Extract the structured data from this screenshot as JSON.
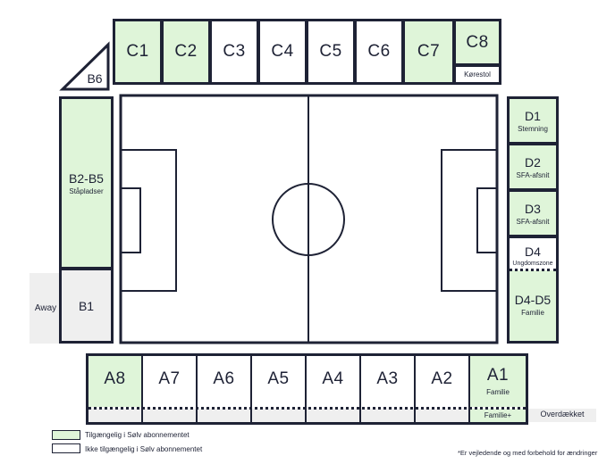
{
  "sections": {
    "C1": {
      "label": "C1",
      "available": true
    },
    "C2": {
      "label": "C2",
      "available": true
    },
    "C3": {
      "label": "C3",
      "available": false
    },
    "C4": {
      "label": "C4",
      "available": false
    },
    "C5": {
      "label": "C5",
      "available": false
    },
    "C6": {
      "label": "C6",
      "available": false
    },
    "C7": {
      "label": "C7",
      "available": true
    },
    "C8": {
      "label": "C8",
      "sub": "Kørestol",
      "available": true
    },
    "B6": {
      "label": "B6",
      "available": false
    },
    "B2B5": {
      "label": "B2-B5",
      "sub": "Ståpladser",
      "available": true
    },
    "B1": {
      "label": "B1",
      "away": "Away",
      "available": false
    },
    "D1": {
      "label": "D1",
      "sub": "Stemning",
      "available": true
    },
    "D2": {
      "label": "D2",
      "sub": "SFA-afsnit",
      "available": true
    },
    "D3": {
      "label": "D3",
      "sub": "SFA-afsnit",
      "available": true
    },
    "D4": {
      "label": "D4",
      "sub": "Ungdomszone",
      "available": false
    },
    "D4D5": {
      "label": "D4-D5",
      "sub": "Familie",
      "available": true
    },
    "A8": {
      "label": "A8",
      "available": true
    },
    "A7": {
      "label": "A7",
      "available": false
    },
    "A6": {
      "label": "A6",
      "available": false
    },
    "A5": {
      "label": "A5",
      "available": false
    },
    "A4": {
      "label": "A4",
      "available": false
    },
    "A3": {
      "label": "A3",
      "available": false
    },
    "A2": {
      "label": "A2",
      "available": false
    },
    "A1": {
      "label": "A1",
      "sub": "Familie",
      "strip": "Familie+",
      "available": true
    }
  },
  "overdaekket": "Overdækket",
  "legend": {
    "available": "Tilgængelig i Sølv abonnementet",
    "unavailable": "Ikke tilgængelig i Sølv abonnementet"
  },
  "footnote": "*Er vejledende og med forbehold for ændringer",
  "colors": {
    "available": "#dff5d9",
    "unavailable": "#ffffff",
    "line": "#1e2235",
    "covered": "#efefef"
  }
}
